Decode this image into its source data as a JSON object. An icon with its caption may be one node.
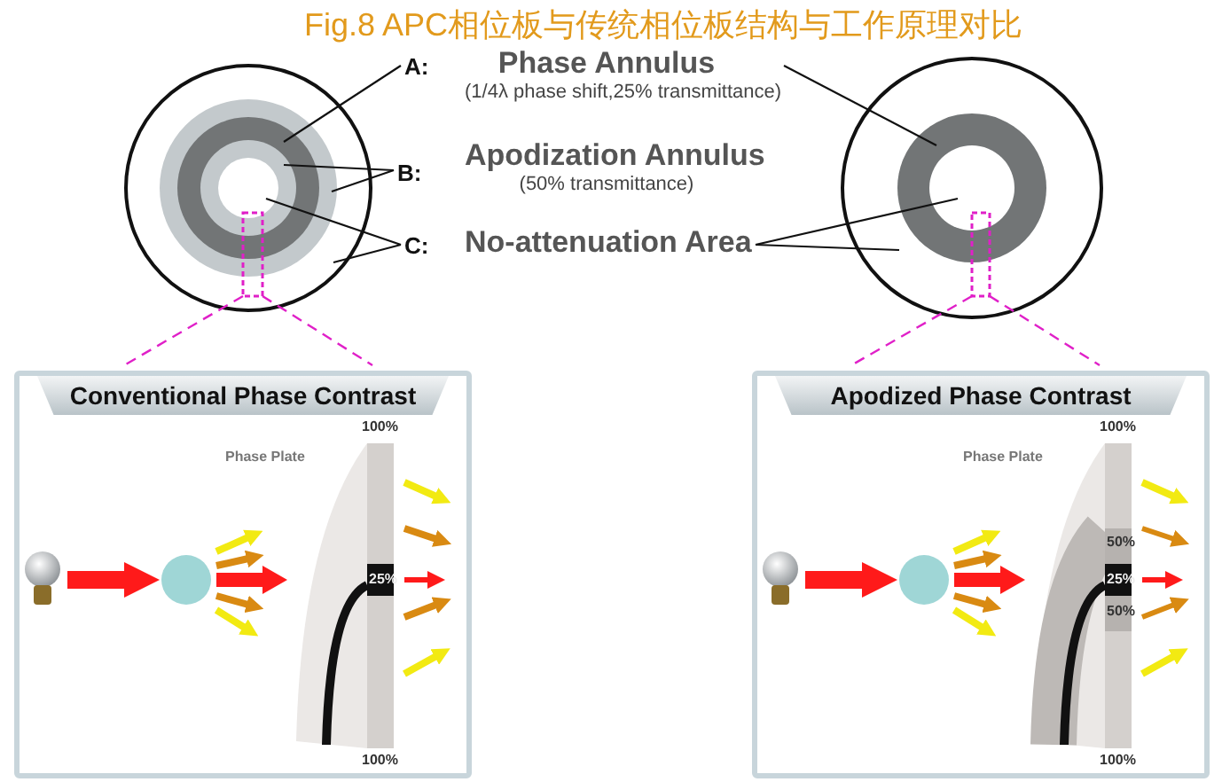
{
  "diagram": {
    "title": "Fig.8 APC相位板与传统相位板结构与工作原理对比",
    "nodes": [
      {
        "text": [],
        "shape": "circle"
      },
      {
        "text": [],
        "shape": "circle",
        "in": 0
      },
      {
        "text": [],
        "shape": "circle",
        "in": 1
      },
      {
        "text": [],
        "shape": "circle",
        "in": 2
      },
      {
        "text": [],
        "shape": "circle",
        "in": 3
      },
      {
        "text": [
          "A:",
          "Phase Annulus",
          "(1/4λ phase shift,25% transmittance)"
        ]
      },
      {
        "text": [
          "B:",
          "Apodization Annulus",
          "(50% transmittance)"
        ]
      },
      {
        "text": [
          "C:",
          "No-attenuation Area"
        ]
      },
      {
        "text": [],
        "shape": "circle"
      },
      {
        "text": [],
        "shape": "circle",
        "in": 8
      },
      {
        "text": [],
        "shape": "circle",
        "in": 9
      },
      {
        "text": [
          "Conventional Phase Contrast"
        ]
      },
      {
        "text": [
          "Apodized Phase Contrast"
        ]
      }
    ],
    "edges": [
      {
        "from": 5,
        "to": 2,
        "arrow": "none"
      },
      {
        "from": 5,
        "to": 9,
        "arrow": "none"
      },
      {
        "from": 6,
        "to": 3,
        "arrow": "none"
      },
      {
        "from": 6,
        "to": 1,
        "arrow": "none"
      },
      {
        "from": 7,
        "to": 4,
        "arrow": "none"
      },
      {
        "from": 7,
        "to": 0,
        "arrow": "none"
      },
      {
        "from": 7,
        "to": 10,
        "arrow": "none"
      },
      {
        "from": 7,
        "to": 8,
        "arrow": "none"
      }
    ],
    "labels": [
      "Phase Plate",
      "100%",
      "25%",
      "100%",
      "Phase Plate",
      "100%",
      "50%",
      "25%",
      "50%",
      "100%"
    ]
  }
}
